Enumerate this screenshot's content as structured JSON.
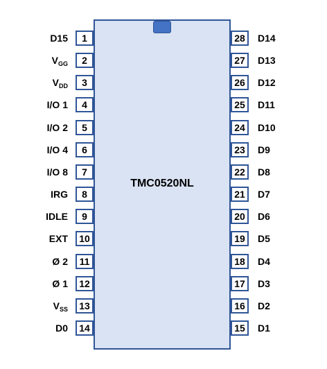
{
  "chip": {
    "name": "TMC0520NL"
  },
  "left_pins": [
    {
      "num": "1",
      "label": "D15",
      "sub": ""
    },
    {
      "num": "2",
      "label": "V",
      "sub": "GG"
    },
    {
      "num": "3",
      "label": "V",
      "sub": "DD"
    },
    {
      "num": "4",
      "label": "I/O 1",
      "sub": ""
    },
    {
      "num": "5",
      "label": "I/O 2",
      "sub": ""
    },
    {
      "num": "6",
      "label": "I/O 4",
      "sub": ""
    },
    {
      "num": "7",
      "label": "I/O 8",
      "sub": ""
    },
    {
      "num": "8",
      "label": "IRG",
      "sub": ""
    },
    {
      "num": "9",
      "label": "IDLE",
      "sub": ""
    },
    {
      "num": "10",
      "label": "EXT",
      "sub": ""
    },
    {
      "num": "11",
      "label": "Ø 2",
      "sub": ""
    },
    {
      "num": "12",
      "label": "Ø 1",
      "sub": ""
    },
    {
      "num": "13",
      "label": "V",
      "sub": "SS"
    },
    {
      "num": "14",
      "label": "D0",
      "sub": ""
    }
  ],
  "right_pins": [
    {
      "num": "28",
      "label": "D14"
    },
    {
      "num": "27",
      "label": "D13"
    },
    {
      "num": "26",
      "label": "D12"
    },
    {
      "num": "25",
      "label": "D11"
    },
    {
      "num": "24",
      "label": "D10"
    },
    {
      "num": "23",
      "label": "D9"
    },
    {
      "num": "22",
      "label": "D8"
    },
    {
      "num": "21",
      "label": "D7"
    },
    {
      "num": "20",
      "label": "D6"
    },
    {
      "num": "19",
      "label": "D5"
    },
    {
      "num": "18",
      "label": "D4"
    },
    {
      "num": "17",
      "label": "D3"
    },
    {
      "num": "16",
      "label": "D2"
    },
    {
      "num": "15",
      "label": "D1"
    }
  ],
  "colors": {
    "body": "#dae3f3",
    "outline": "#2f5597",
    "notch": "#4472c4"
  }
}
